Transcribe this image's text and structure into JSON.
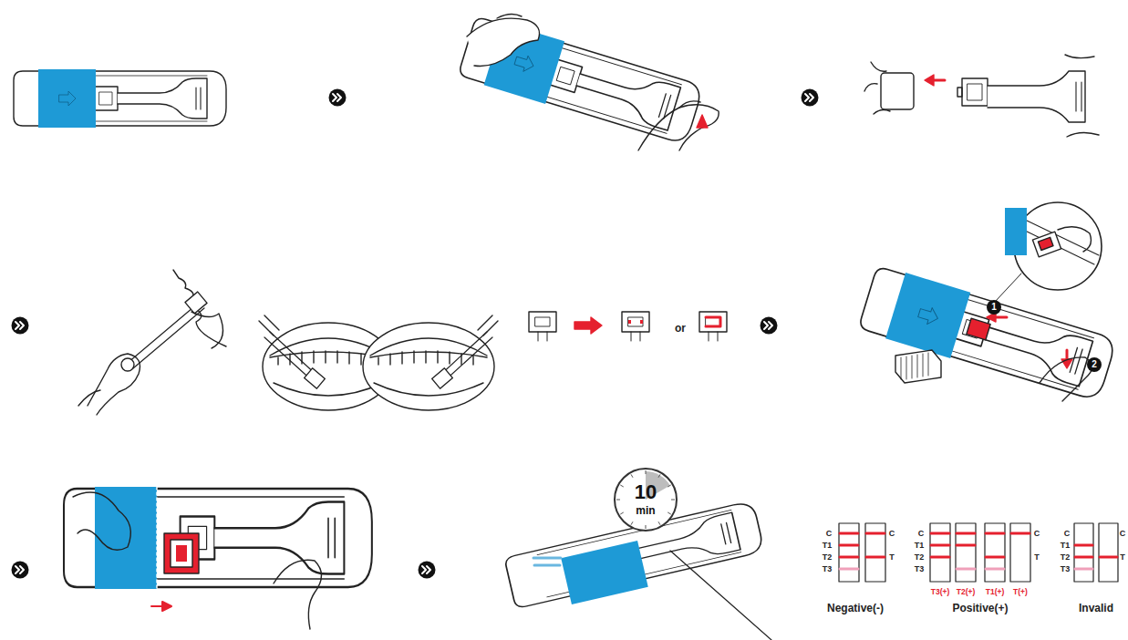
{
  "diagram": {
    "nodes": [
      {
        "text": [
          "10",
          "min"
        ]
      }
    ],
    "labels": [
      "1",
      "2",
      "or",
      "C",
      "T1",
      "T2",
      "T3",
      "C",
      "T",
      "C",
      "T1",
      "T2",
      "T3",
      "C",
      "T",
      "T3(+)",
      "T2(+)",
      "T1(+)",
      "T(+)",
      "Negative(-)",
      "Positive(+)",
      "Invalid",
      "C",
      "T1",
      "T2",
      "T3",
      "C",
      "T"
    ]
  }
}
